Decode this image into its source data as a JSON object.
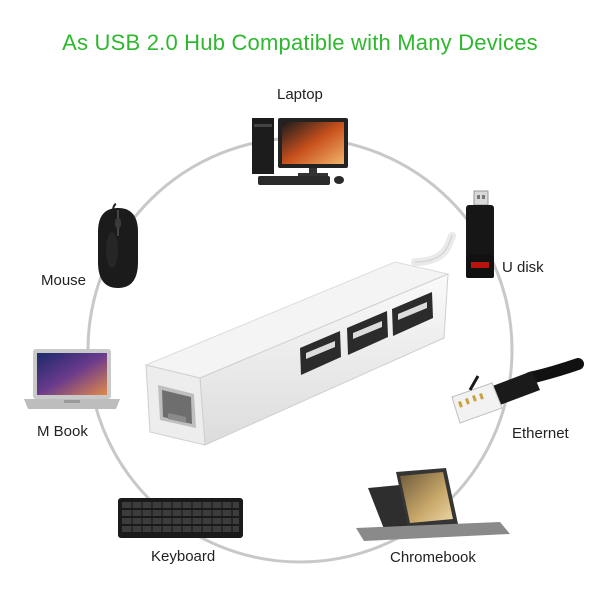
{
  "headline": "As USB 2.0 Hub Compatible with Many Devices",
  "colors": {
    "headline": "#2eb82e",
    "ring": "#c8c8c8",
    "hub_body": "#eeeeee",
    "hub_shadow": "#d6d6d6",
    "usb_port": "#2b2b2b"
  },
  "devices": {
    "laptop": "Laptop",
    "u_disk": "U disk",
    "mouse": "Mouse",
    "m_book": "M Book",
    "ethernet": "Ethernet",
    "keyboard": "Keyboard",
    "chromebook": "Chromebook"
  },
  "icons": {
    "laptop": "desktop-computer-icon",
    "u_disk": "usb-flash-drive-icon",
    "mouse": "computer-mouse-icon",
    "m_book": "laptop-icon",
    "ethernet": "ethernet-cable-icon",
    "keyboard": "keyboard-icon",
    "chromebook": "chromebook-icon",
    "hub": "usb-hub-adapter-icon"
  }
}
